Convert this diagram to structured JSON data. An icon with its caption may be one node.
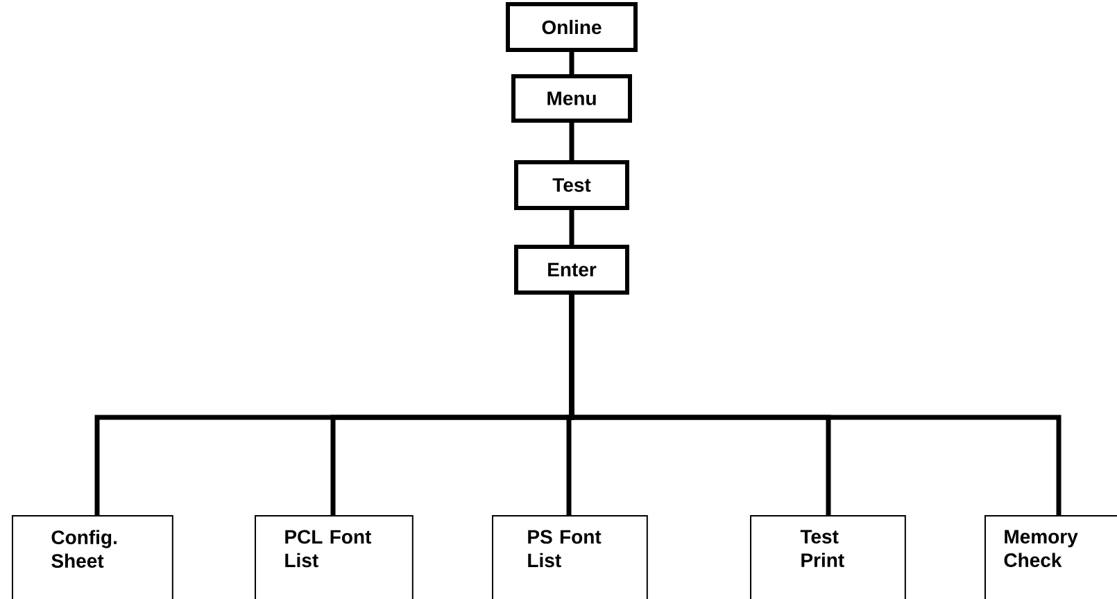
{
  "diagram": {
    "nodes": [
      {
        "text": [
          "Online"
        ]
      },
      {
        "text": [
          "Menu"
        ]
      },
      {
        "text": [
          "Test"
        ]
      },
      {
        "text": [
          "Enter"
        ]
      },
      {
        "text": [
          "Config. Sheet"
        ]
      },
      {
        "text": [
          "PCL Font List"
        ]
      },
      {
        "text": [
          "PS Font List"
        ]
      },
      {
        "text": [
          "Test Print"
        ]
      },
      {
        "text": [
          "Memory Check"
        ]
      }
    ],
    "edges": [
      {
        "from": 0,
        "to": 1,
        "arrow": "none"
      },
      {
        "from": 1,
        "to": 2,
        "arrow": "none"
      },
      {
        "from": 2,
        "to": 3,
        "arrow": "none"
      },
      {
        "from": 3,
        "to": 4,
        "arrow": "none"
      },
      {
        "from": 3,
        "to": 5,
        "arrow": "none"
      },
      {
        "from": 3,
        "to": 6,
        "arrow": "none"
      },
      {
        "from": 3,
        "to": 7,
        "arrow": "none"
      },
      {
        "from": 3,
        "to": 8,
        "arrow": "none"
      }
    ]
  }
}
